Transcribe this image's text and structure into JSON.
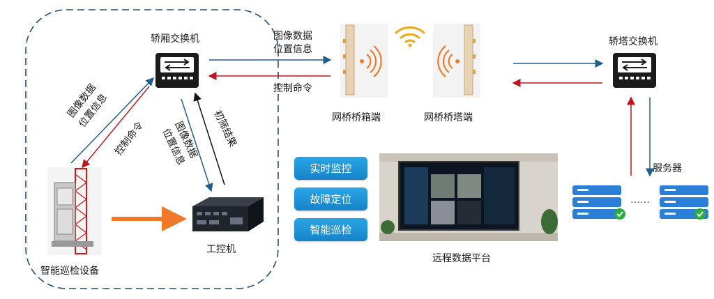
{
  "labels": {
    "cabin_switch": "轿厢交换机",
    "tower_switch": "轿塔交换机",
    "image_position_line1": "图像数据",
    "image_position_line2": "位置信息",
    "control_command": "控制命令",
    "bridge_cabin": "网桥桥箱端",
    "bridge_tower": "网桥桥塔端",
    "server": "服务器",
    "industrial_pc": "工控机",
    "inspection_device": "智能巡检设备",
    "remote_platform": "远程数据平台",
    "initial_result": "初筛结果",
    "server_dots": "……"
  },
  "buttons": [
    "实时监控",
    "故障定位",
    "智能巡检"
  ],
  "colors": {
    "blue_arrow": "#1f5f8b",
    "red_arrow": "#c0141c",
    "orange_arrow": "#f07a2a",
    "button": "#1b8fd6",
    "dashed_border": "#1f4e79"
  }
}
